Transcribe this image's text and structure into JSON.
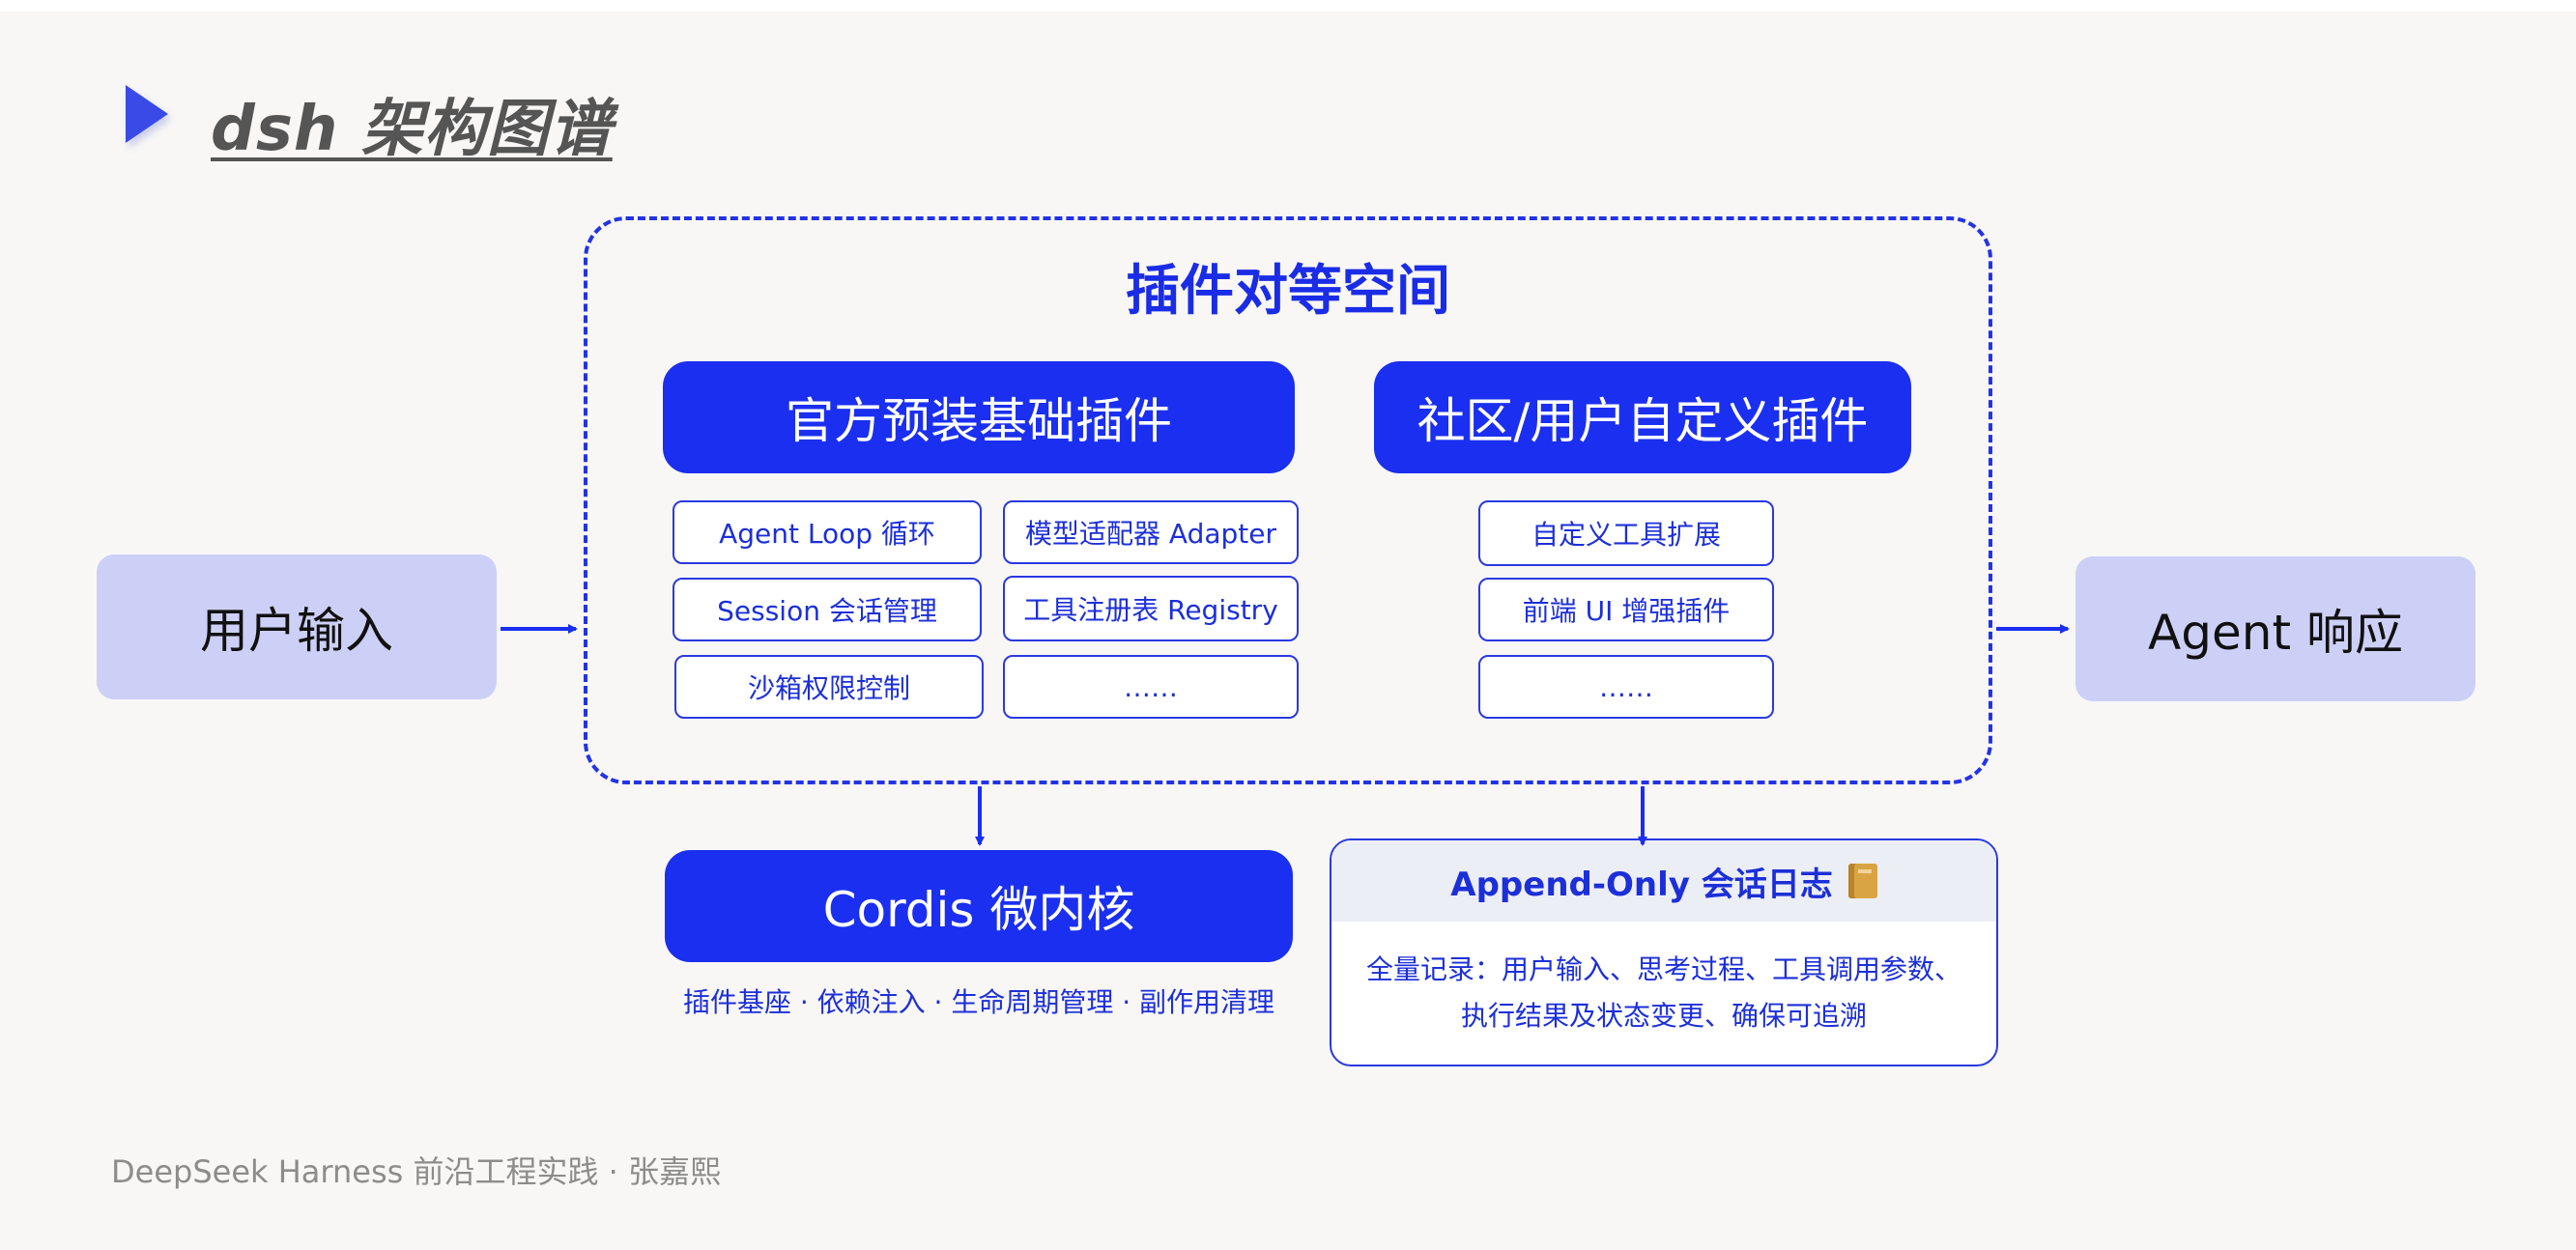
{
  "title": "dsh 架构图谱",
  "user_input": "用户输入",
  "agent_response": "Agent 响应",
  "peer_space": {
    "title": "插件对等空间",
    "official": {
      "header": "官方预装基础插件",
      "items": [
        "Agent Loop 循环",
        "模型适配器 Adapter",
        "Session 会话管理",
        "工具注册表 Registry",
        "沙箱权限控制",
        "……"
      ]
    },
    "community": {
      "header": "社区/用户自定义插件",
      "items": [
        "自定义工具扩展",
        "前端 UI 增强插件",
        "……"
      ]
    }
  },
  "kernel": {
    "title": "Cordis 微内核",
    "caption": "插件基座 · 依赖注入 · 生命周期管理 · 副作用清理"
  },
  "log": {
    "title": "Append-Only 会话日志",
    "icon": "ledger-book-icon",
    "line1": "全量记录：用户输入、思考过程、工具调用参数、",
    "line2": "执行结果及状态变更、确保可追溯"
  },
  "footer": "DeepSeek Harness 前沿工程实践 · 张嘉熙",
  "colors": {
    "primary": "#1b2ff0",
    "side_box": "#cdd0f6",
    "background": "#f8f7f6"
  }
}
